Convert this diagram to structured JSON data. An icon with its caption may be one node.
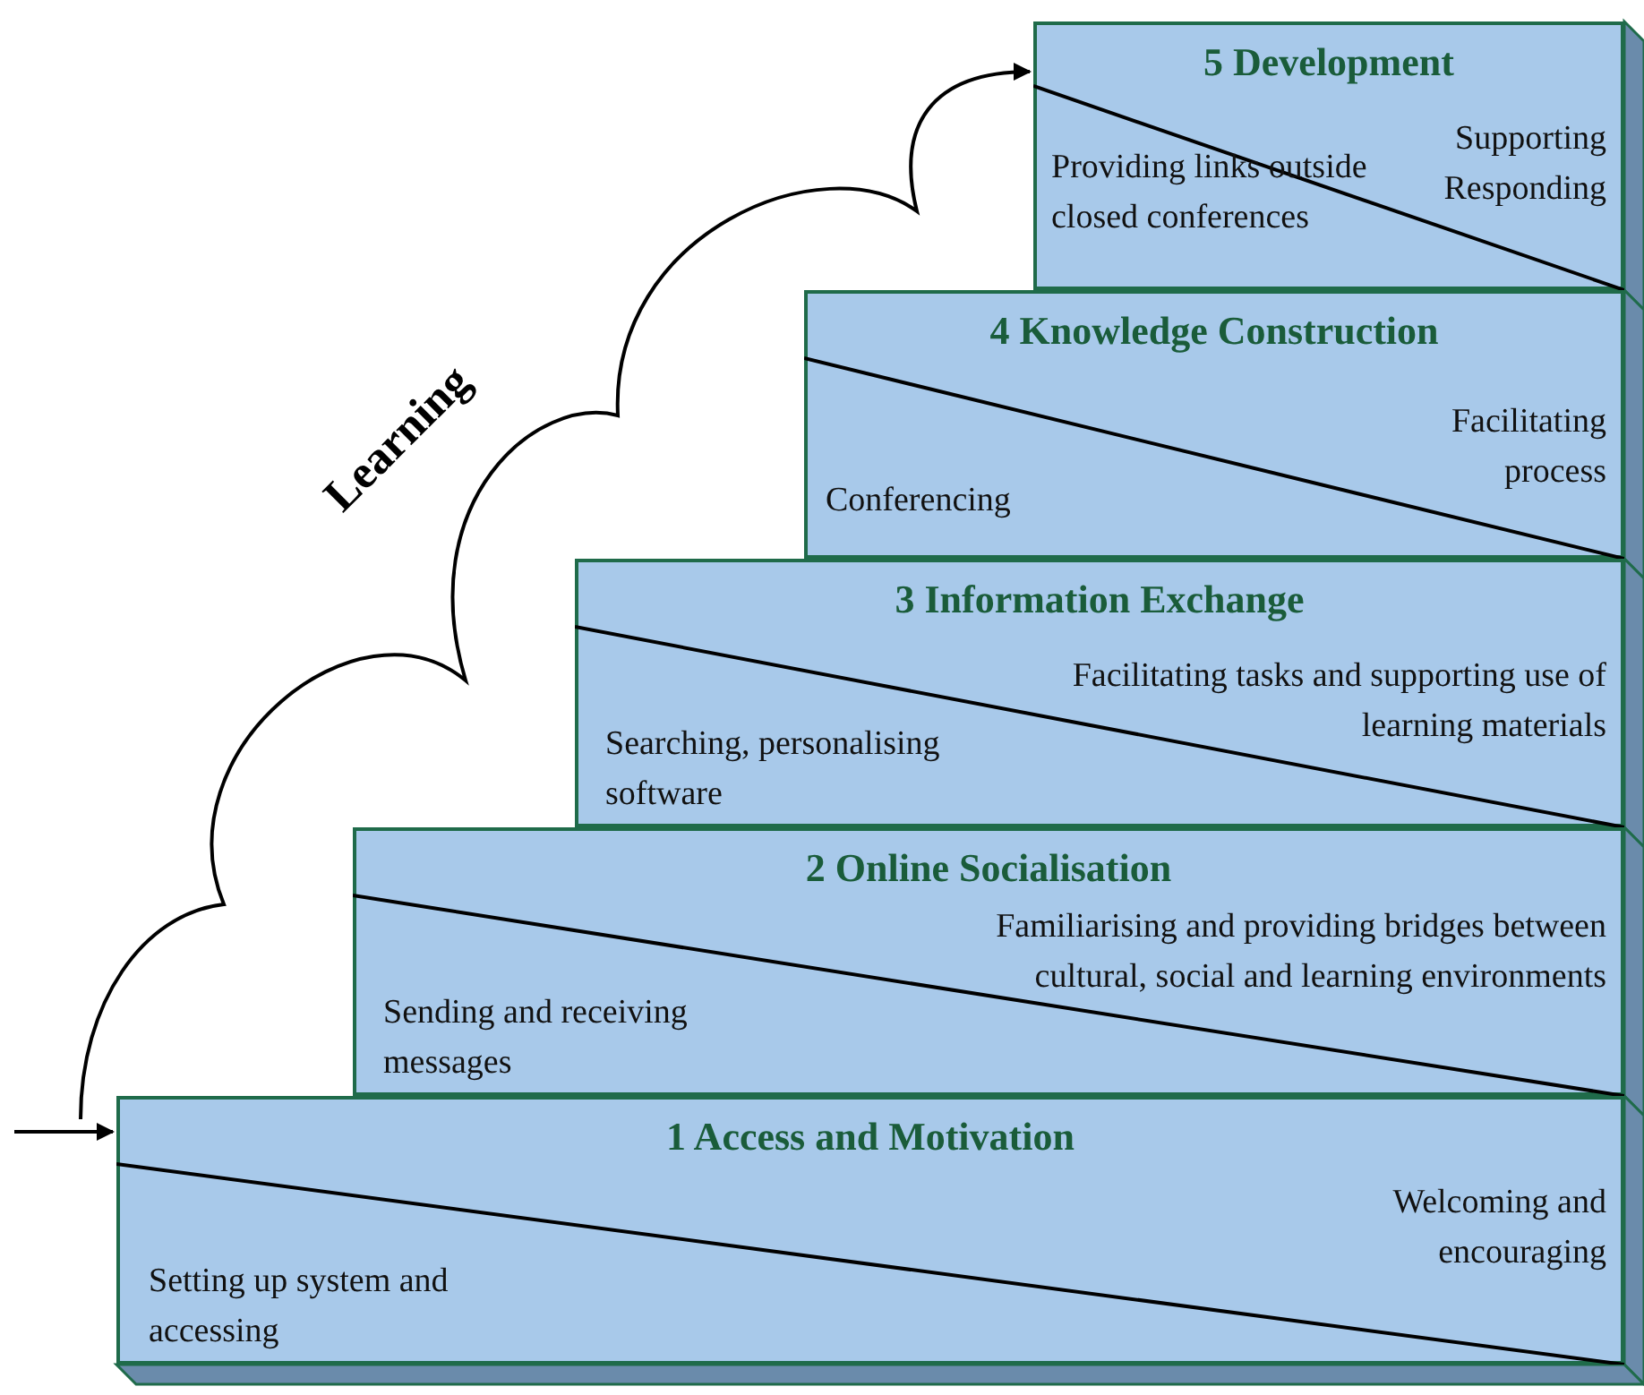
{
  "diagram": {
    "nodes": [
      {
        "text": [
          "5 Development",
          "Providing links outside closed conferences",
          "Supporting Responding"
        ]
      },
      {
        "text": [
          "4 Knowledge Construction",
          "Conferencing",
          "Facilitating process"
        ]
      },
      {
        "text": [
          "3 Information Exchange",
          "Searching, personalising software",
          "Facilitating tasks and supporting use of learning materials"
        ]
      },
      {
        "text": [
          "2 Online Socialisation",
          "Sending and receiving messages",
          "Familiarising and providing bridges between cultural, social and learning environments"
        ]
      },
      {
        "text": [
          "1 Access and Motivation",
          "Setting up system and accessing",
          "Welcoming and encouraging"
        ]
      }
    ],
    "edges": [
      {
        "from": null,
        "to": 4,
        "arrow": "to"
      },
      {
        "from": null,
        "to": 0,
        "arrow": "to",
        "label": "Learning"
      }
    ]
  }
}
